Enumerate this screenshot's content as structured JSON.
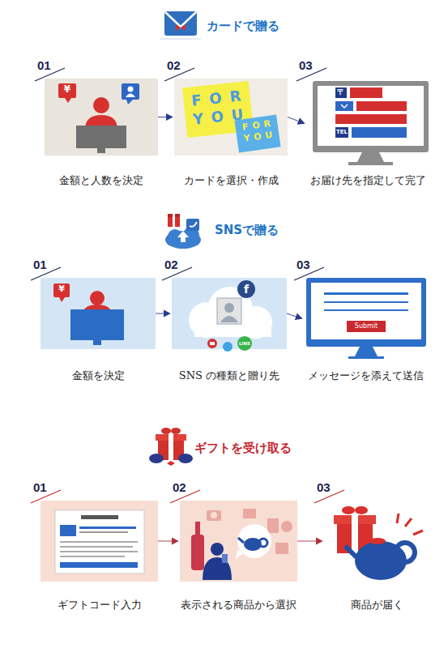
{
  "diagram": {
    "nodes": [
      {
        "text": [
          "01",
          "金額と人数を決定"
        ]
      },
      {
        "text": [
          "02",
          "カードを選択・作成"
        ]
      },
      {
        "text": [
          "03",
          "お届け先を指定して完了"
        ]
      },
      {
        "text": [
          "01",
          "金額を決定"
        ]
      },
      {
        "text": [
          "02",
          "SNS の種類と贈り先"
        ]
      },
      {
        "text": [
          "03",
          "メッセージを添えて送信"
        ]
      },
      {
        "text": [
          "01",
          "ギフトコード入力"
        ]
      },
      {
        "text": [
          "02",
          "表示される商品から選択"
        ]
      },
      {
        "text": [
          "03",
          "商品が届く"
        ]
      }
    ],
    "edges": [
      {
        "from": 0,
        "to": 1,
        "arrow": "to"
      },
      {
        "from": 1,
        "to": 2,
        "arrow": "to"
      },
      {
        "from": 3,
        "to": 4,
        "arrow": "to"
      },
      {
        "from": 4,
        "to": 5,
        "arrow": "to"
      },
      {
        "from": 6,
        "to": 7,
        "arrow": "to"
      },
      {
        "from": 7,
        "to": 8,
        "arrow": "to"
      }
    ],
    "labels": [
      "カードで贈る",
      "¥",
      "FOR YOU",
      "FOR YOU",
      "〒",
      "TEL",
      "SNSで贈る",
      "¥",
      "f",
      "LINE",
      "Submit",
      "ギフトを受け取る"
    ]
  }
}
